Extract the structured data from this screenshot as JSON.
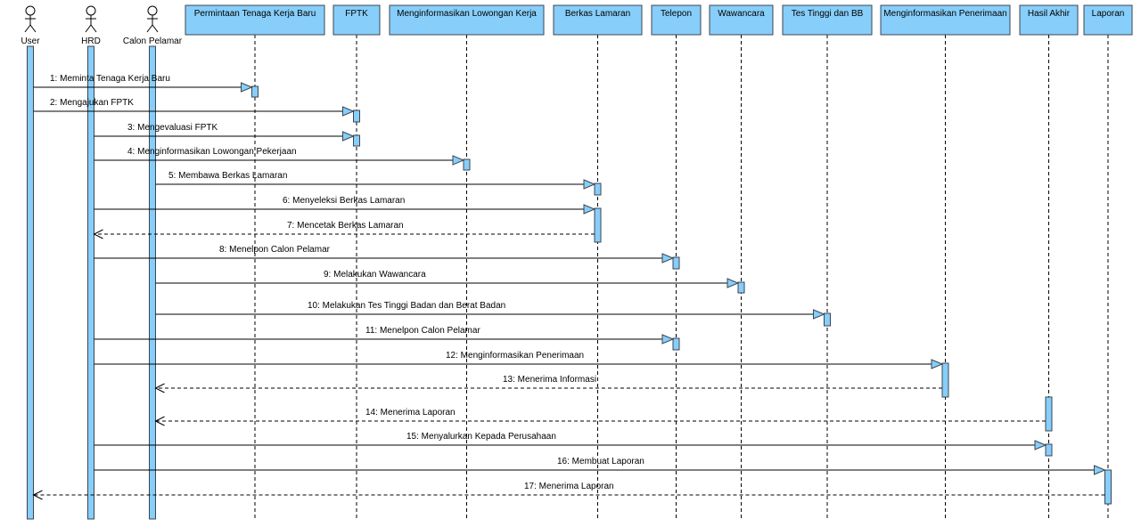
{
  "colors": {
    "box_fill": "#87CEFA",
    "box_stroke": "#3C4650",
    "activation_fill": "#87CEFA",
    "line": "#000000"
  },
  "actors": [
    {
      "id": "user",
      "label": "User"
    },
    {
      "id": "hrd",
      "label": "HRD"
    },
    {
      "id": "pelamar",
      "label": "Calon Pelamar"
    }
  ],
  "objects": [
    {
      "id": "ptkb",
      "label": "Permintaan Tenaga Kerja Baru"
    },
    {
      "id": "fptk",
      "label": "FPTK"
    },
    {
      "id": "mlk",
      "label": "Menginformasikan Lowongan Kerja"
    },
    {
      "id": "berkas",
      "label": "Berkas Lamaran"
    },
    {
      "id": "telepon",
      "label": "Telepon"
    },
    {
      "id": "wawancara",
      "label": "Wawancara"
    },
    {
      "id": "tes",
      "label": "Tes Tinggi dan BB"
    },
    {
      "id": "penerimaan",
      "label": "Menginformasikan Penerimaan"
    },
    {
      "id": "hasil",
      "label": "Hasil Akhir"
    },
    {
      "id": "laporan",
      "label": "Laporan"
    }
  ],
  "messages": [
    {
      "label": "1: Meminta Tenaga Kerja Baru",
      "from": "user",
      "to": "ptkb",
      "kind": "sync"
    },
    {
      "label": "2: Mengajukan FPTK",
      "from": "user",
      "to": "fptk",
      "kind": "sync"
    },
    {
      "label": "3: Mengevaluasi FPTK",
      "from": "hrd",
      "to": "fptk",
      "kind": "sync"
    },
    {
      "label": "4: Menginformasikan Lowongan Pekerjaan",
      "from": "hrd",
      "to": "mlk",
      "kind": "sync"
    },
    {
      "label": "5: Membawa Berkas Lamaran",
      "from": "pelamar",
      "to": "berkas",
      "kind": "sync"
    },
    {
      "label": "6: Menyeleksi Berkas Lamaran",
      "from": "hrd",
      "to": "berkas",
      "kind": "sync"
    },
    {
      "label": "7: Mencetak Berkas Lamaran",
      "from": "berkas",
      "to": "hrd",
      "kind": "return"
    },
    {
      "label": "8: Menelpon Calon Pelamar",
      "from": "hrd",
      "to": "telepon",
      "kind": "sync"
    },
    {
      "label": "9: Melakukan Wawancara",
      "from": "pelamar",
      "to": "wawancara",
      "kind": "sync"
    },
    {
      "label": "10: Melakukan Tes Tinggi Badan dan Berat Badan",
      "from": "pelamar",
      "to": "tes",
      "kind": "sync"
    },
    {
      "label": "11: Menelpon Calon Pelamar",
      "from": "hrd",
      "to": "telepon",
      "kind": "sync"
    },
    {
      "label": "12: Menginformasikan Penerimaan",
      "from": "hrd",
      "to": "penerimaan",
      "kind": "sync"
    },
    {
      "label": "13: Menerima Informasi",
      "from": "penerimaan",
      "to": "pelamar",
      "kind": "return"
    },
    {
      "label": "14: Menerima Laporan",
      "from": "hasil",
      "to": "pelamar",
      "kind": "return"
    },
    {
      "label": "15: Menyalurkan Kepada Perusahaan",
      "from": "hrd",
      "to": "hasil",
      "kind": "sync"
    },
    {
      "label": "16: Membuat Laporan",
      "from": "hrd",
      "to": "laporan",
      "kind": "sync"
    },
    {
      "label": "17: Menerima Laporan",
      "from": "laporan",
      "to": "user",
      "kind": "return"
    }
  ]
}
